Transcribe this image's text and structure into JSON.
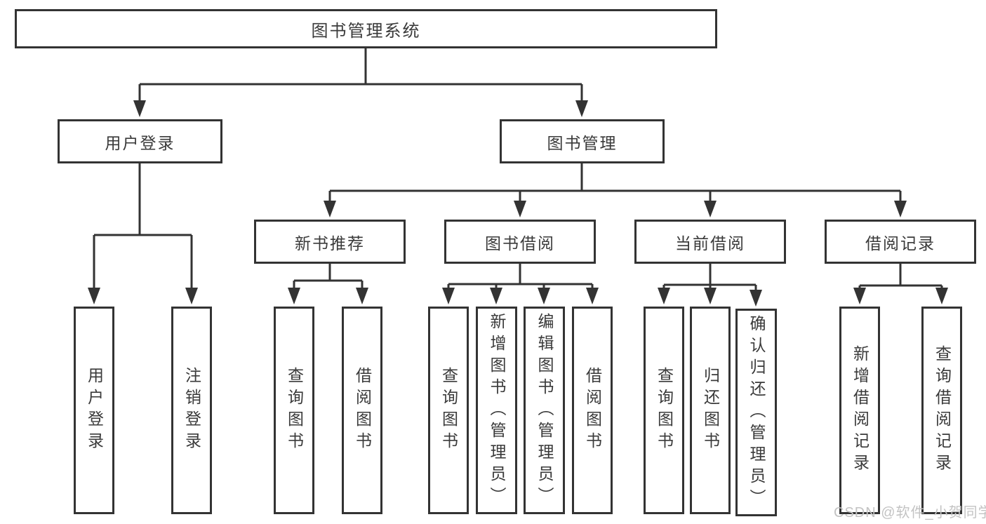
{
  "diagram": {
    "title": "图书管理系统",
    "watermark": "CSDN @软件_小贺同学",
    "colors": {
      "line": "#333333",
      "text": "#3a3a3a",
      "watermark": "#c3c3c3",
      "background": "#ffffff"
    },
    "nodes": {
      "root": {
        "label": "图书管理系统"
      },
      "login_branch": {
        "label": "用户登录"
      },
      "mgmt_branch": {
        "label": "图书管理"
      },
      "rec_branch": {
        "label": "新书推荐"
      },
      "borrow_branch": {
        "label": "图书借阅"
      },
      "current_branch": {
        "label": "当前借阅"
      },
      "record_branch": {
        "label": "借阅记录"
      },
      "leaf_login": {
        "label": "用户登录"
      },
      "leaf_logout": {
        "label": "注销登录"
      },
      "leaf_rec_query": {
        "label": "查询图书"
      },
      "leaf_rec_borrow": {
        "label": "借阅图书"
      },
      "leaf_bb_query": {
        "label": "查询图书"
      },
      "leaf_bb_add": {
        "label": "新增图书（管理员）"
      },
      "leaf_bb_edit": {
        "label": "编辑图书（管理员）"
      },
      "leaf_bb_borrow": {
        "label": "借阅图书"
      },
      "leaf_cb_query": {
        "label": "查询图书"
      },
      "leaf_cb_return": {
        "label": "归还图书"
      },
      "leaf_cb_confirm": {
        "label": "确认归还（管理员）"
      },
      "leaf_br_add": {
        "label": "新增借阅记录"
      },
      "leaf_br_query": {
        "label": "查询借阅记录"
      }
    }
  }
}
